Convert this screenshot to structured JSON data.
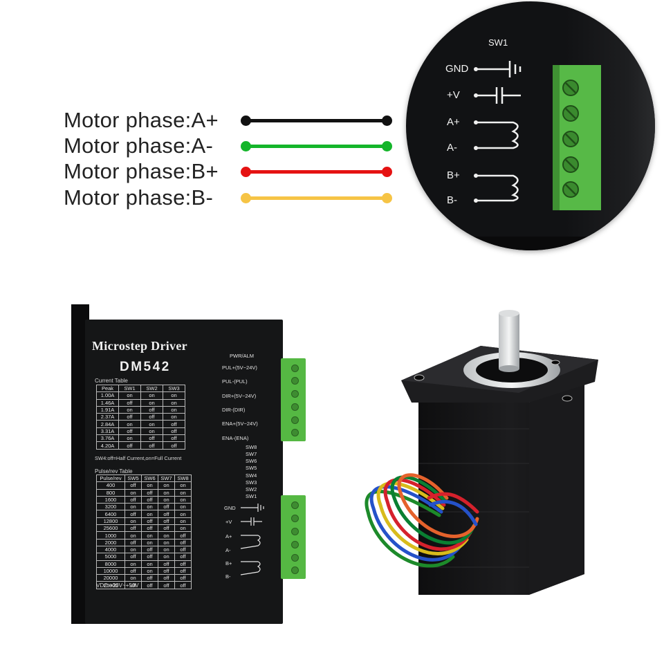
{
  "legend": [
    {
      "label": "Motor phase:A+",
      "color": "#111111"
    },
    {
      "label": "Motor phase:A-",
      "color": "#14b52a"
    },
    {
      "label": "Motor phase:B+",
      "color": "#e51212"
    },
    {
      "label": "Motor phase:B-",
      "color": "#f6c445"
    }
  ],
  "zoom": {
    "sw": "SW1",
    "labels": [
      "GND",
      "+V",
      "A+",
      "A-",
      "B+",
      "B-"
    ]
  },
  "driver": {
    "title": "Microstep Driver",
    "model": "DM542",
    "current_table_title": "Current Table",
    "current_header": [
      "Peak",
      "SW1",
      "SW2",
      "SW3"
    ],
    "current_rows": [
      [
        "1.00A",
        "on",
        "on",
        "on"
      ],
      [
        "1.46A",
        "off",
        "on",
        "on"
      ],
      [
        "1.91A",
        "on",
        "off",
        "on"
      ],
      [
        "2.37A",
        "off",
        "off",
        "on"
      ],
      [
        "2.84A",
        "on",
        "on",
        "off"
      ],
      [
        "3.31A",
        "off",
        "on",
        "off"
      ],
      [
        "3.76A",
        "on",
        "off",
        "off"
      ],
      [
        "4.20A",
        "off",
        "off",
        "off"
      ]
    ],
    "sw4_note": "SW4:off=Half Current,on=Full Current",
    "pulse_table_title": "Pulse/rev Table",
    "pulse_header": [
      "Pulse/rev",
      "SW5",
      "SW6",
      "SW7",
      "SW8"
    ],
    "pulse_rows": [
      [
        "400",
        "off",
        "on",
        "on",
        "on"
      ],
      [
        "800",
        "on",
        "off",
        "on",
        "on"
      ],
      [
        "1600",
        "off",
        "off",
        "on",
        "on"
      ],
      [
        "3200",
        "on",
        "on",
        "off",
        "on"
      ],
      [
        "6400",
        "off",
        "on",
        "off",
        "on"
      ],
      [
        "12800",
        "on",
        "off",
        "off",
        "on"
      ],
      [
        "25600",
        "off",
        "off",
        "off",
        "on"
      ],
      [
        "1000",
        "on",
        "on",
        "on",
        "off"
      ],
      [
        "2000",
        "off",
        "on",
        "on",
        "off"
      ],
      [
        "4000",
        "on",
        "off",
        "on",
        "off"
      ],
      [
        "5000",
        "off",
        "off",
        "on",
        "off"
      ],
      [
        "8000",
        "on",
        "on",
        "off",
        "off"
      ],
      [
        "10000",
        "off",
        "on",
        "off",
        "off"
      ],
      [
        "20000",
        "on",
        "off",
        "off",
        "off"
      ],
      [
        "25000",
        "off",
        "off",
        "off",
        "off"
      ]
    ],
    "vdc": "VDC:+20V~+50V",
    "signals": [
      "PWR/ALM",
      "PUL+(5V~24V)",
      "PUL-(PUL)",
      "DIR+(5V~24V)",
      "DIR-(DIR)",
      "ENA+(5V~24V)",
      "ENA-(ENA)"
    ],
    "switches": [
      "SW8",
      "SW7",
      "SW6",
      "SW5",
      "SW4",
      "SW3",
      "SW2",
      "SW1"
    ],
    "power": [
      "GND",
      "+V",
      "A+",
      "A-",
      "B+",
      "B-"
    ]
  }
}
